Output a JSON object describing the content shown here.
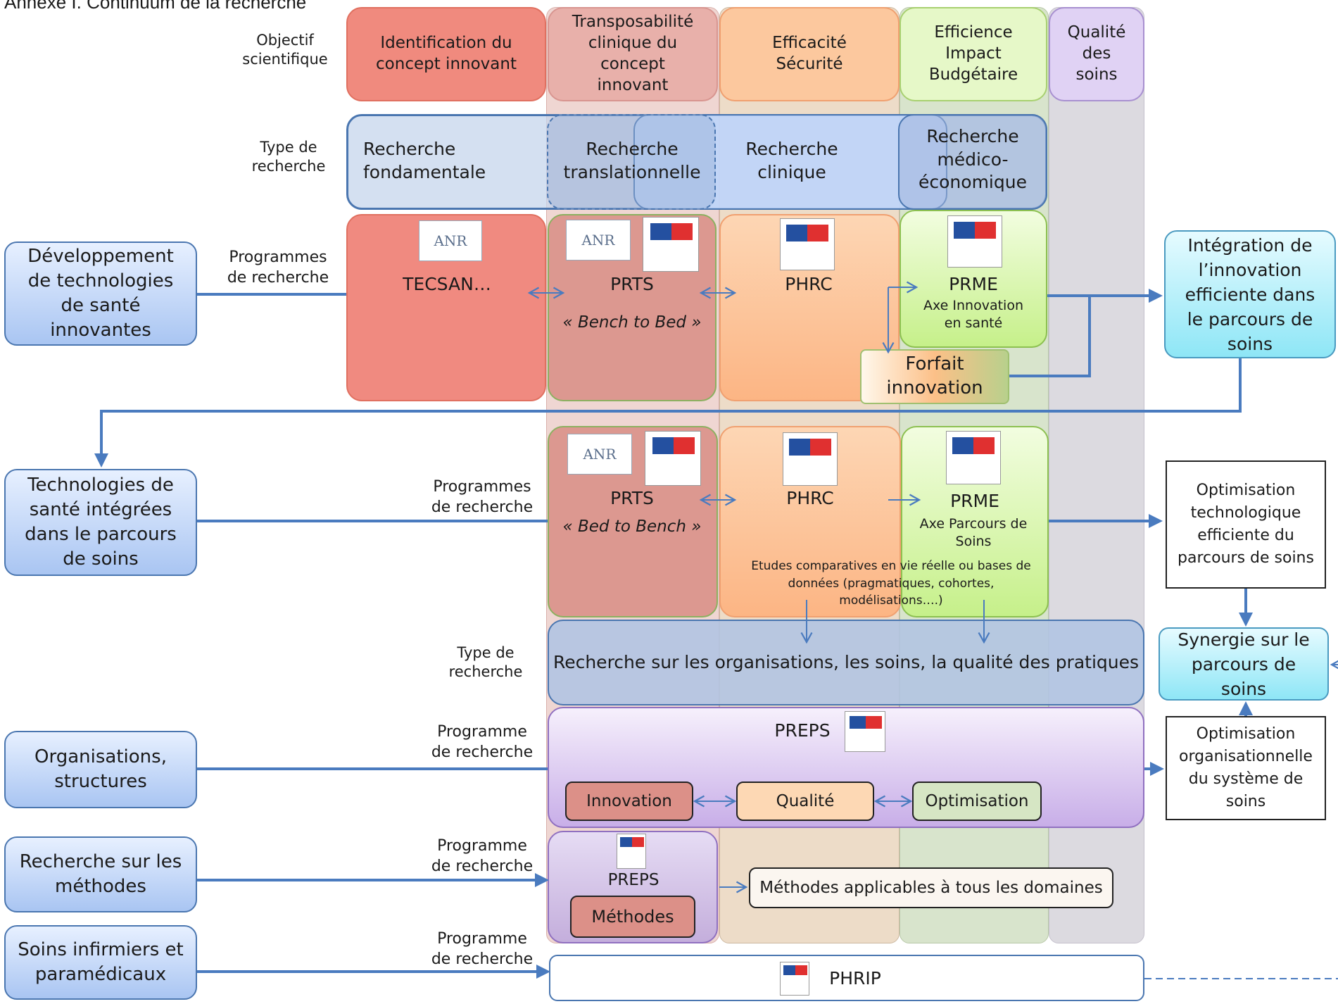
{
  "title": "Annexe I. Continuum de la recherche",
  "labels": {
    "objectif": "Objectif scientifique",
    "type_recherche": "Type de recherche",
    "programmes": "Programmes de recherche",
    "programme": "Programme de recherche"
  },
  "objectives": [
    {
      "label": "Identification du concept innovant",
      "color": "#f08c80"
    },
    {
      "label": "Transposabilité clinique du concept innovant",
      "color": "#e8b4b0"
    },
    {
      "label": "Efficacité Sécurité",
      "color": "#fcc49c"
    },
    {
      "label": "Efficience Impact Budgétaire",
      "color": "#e4f8c4"
    },
    {
      "label": "Qualité des soins",
      "color": "#ddd0f0"
    }
  ],
  "research_types": {
    "fondamentale": "Recherche fondamentale",
    "translationnelle": "Recherche translationnelle",
    "clinique": "Recherche clinique",
    "medico": "Recherche médico-économique",
    "organisations": "Recherche sur les organisations, les soins,  la qualité des pratiques"
  },
  "side_boxes": {
    "dev": "Développement de technologies de santé innovantes",
    "integrees": "Technologies de santé intégrées dans le parcours de soins",
    "organisations": "Organisations, structures",
    "methodes": "Recherche sur les méthodes",
    "infirmiers": "Soins infirmiers et paramédicaux"
  },
  "row1": {
    "tecsan": "TECSAN…",
    "prts": "PRTS",
    "prts_sub": "« Bench to Bed »",
    "phrc": "PHRC",
    "prme": "PRME",
    "prme_sub": "Axe Innovation en santé",
    "forfait": "Forfait innovation"
  },
  "row2": {
    "prts": "PRTS",
    "prts_sub": "« Bed to Bench »",
    "phrc": "PHRC",
    "prme": "PRME",
    "prme_sub": "Axe Parcours de Soins",
    "etudes": "Etudes comparatives en vie réelle ou bases de données (pragmatiques, cohortes, modélisations….)"
  },
  "preps": {
    "title": "PREPS",
    "innovation": "Innovation",
    "qualite": "Qualité",
    "optimisation": "Optimisation"
  },
  "methodes": {
    "preps": "PREPS",
    "methodes": "Méthodes",
    "applicables": "Méthodes applicables à tous les domaines"
  },
  "phrip": "PHRIP",
  "right_boxes": {
    "integration": "Intégration de l’innovation efficiente dans le parcours de soins",
    "optim_techno": "Optimisation technologique efficiente  du parcours de soins",
    "synergie": "Synergie sur le parcours de soins",
    "optim_orga": "Optimisation organisationnelle du système de soins"
  },
  "logos": {
    "anr": "ANR"
  },
  "colors": {
    "connector": "#4a7bbf",
    "outline_blue": "#4a76b0"
  }
}
